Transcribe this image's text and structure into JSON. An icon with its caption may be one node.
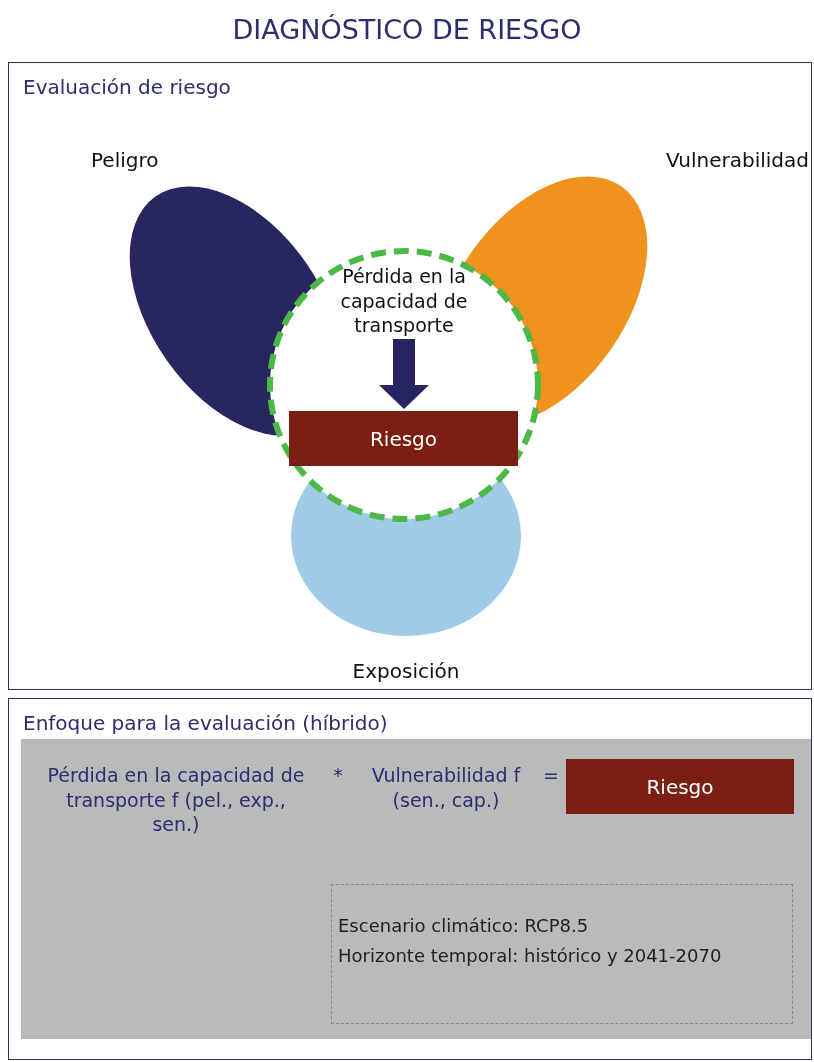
{
  "diagram": {
    "title": "DIAGNÓSTICO DE RIESGO",
    "nodes": [
      {
        "text": [
          "Evaluación de riesgo"
        ]
      },
      {
        "text": [
          "Peligro"
        ],
        "in": 0
      },
      {
        "text": [
          "Vulnerabilidad"
        ],
        "in": 0
      },
      {
        "text": [
          "Exposición"
        ],
        "in": 0
      },
      {
        "text": [],
        "shape": "circle",
        "in": 0
      },
      {
        "text": [
          "Pérdida en la capacidad de transporte"
        ],
        "in": 4
      },
      {
        "text": [
          "Riesgo"
        ],
        "in": 4
      },
      {
        "text": [
          "Enfoque para la evaluación (híbrido)"
        ]
      },
      {
        "text": [
          "Pérdida en la capacidad de transporte f (pel., exp., sen.)",
          "*",
          "Vulnerabilidad f (sen., cap.)",
          "="
        ],
        "in": 7
      },
      {
        "text": [
          "Riesgo"
        ],
        "in": 8
      },
      {
        "text": [
          "Escenario climático: RCP8.5",
          "Horizonte temporal: histórico y 2041-2070"
        ],
        "in": 8
      }
    ],
    "edges": [
      {
        "from": 5,
        "to": 6,
        "arrow": "to"
      }
    ]
  }
}
